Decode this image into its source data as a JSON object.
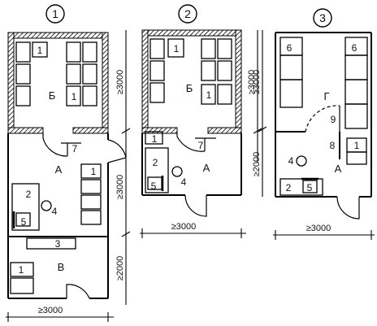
{
  "plans": [
    {
      "number": "1",
      "rooms": {
        "upper": "Б",
        "middle": "А",
        "lower": "В"
      },
      "items": {
        "seat_a": "1",
        "seat_b": "1",
        "door_marker": "7",
        "cabinet": "1",
        "desk": "2",
        "chair": "5",
        "stool": "4",
        "bench": "3",
        "lower_cabinet": "1"
      },
      "dims": {
        "upper_height": "≥3000",
        "middle_height": "≥3000",
        "lower_height": "≥2000",
        "width": "≥3000"
      }
    },
    {
      "number": "2",
      "rooms": {
        "upper": "Б",
        "middle": "А"
      },
      "items": {
        "seat_a": "1",
        "seat_b": "1",
        "door_marker": "7",
        "cabinet": "1",
        "desk": "2",
        "chair": "5",
        "stool": "4"
      },
      "dims": {
        "upper_height": "≥3000",
        "width": "≥3000"
      }
    },
    {
      "number": "3",
      "rooms": {
        "upper": "Г",
        "middle": "А"
      },
      "items": {
        "rack_a": "6",
        "rack_b": "6",
        "door_a": "9",
        "door_b": "8",
        "cabinet": "1",
        "desk": "2",
        "chair": "5",
        "stool": "4"
      },
      "dims": {
        "upper_height": "≥3000",
        "middle_height": "≥2000",
        "width": "≥3000"
      }
    }
  ]
}
